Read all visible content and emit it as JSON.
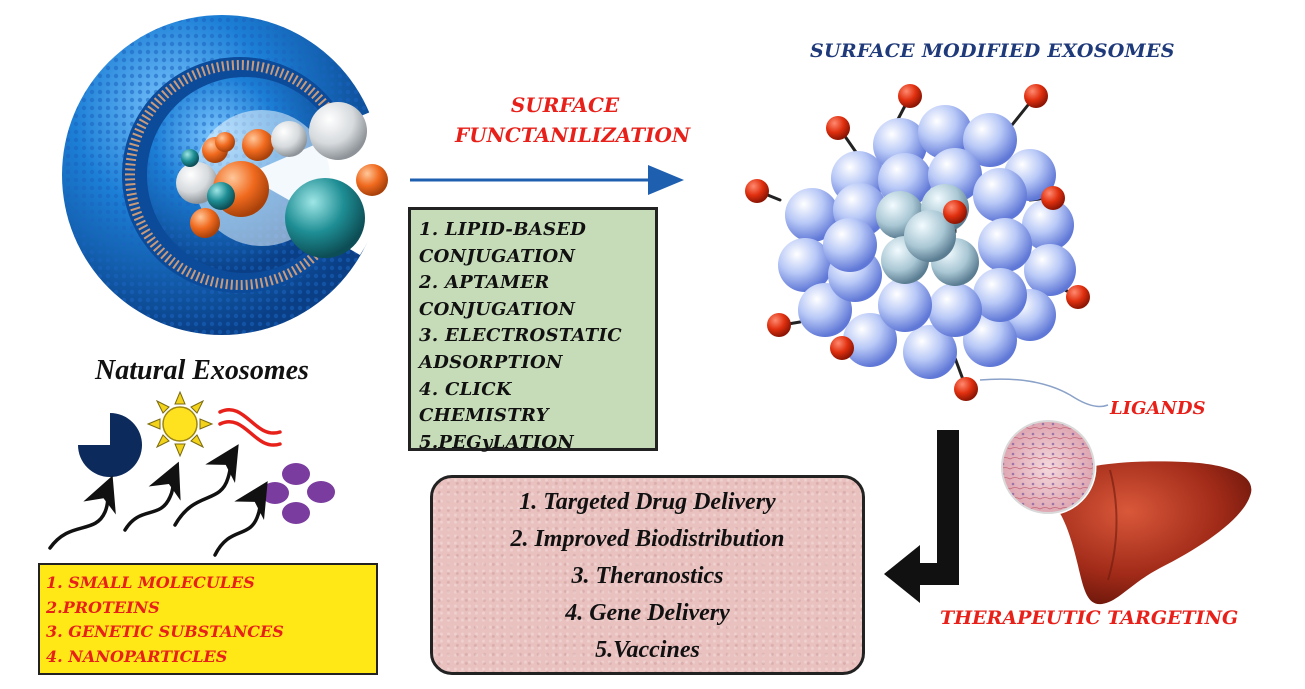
{
  "labels": {
    "surface_modified_exosomes": "SURFACE MODIFIED EXOSOMES",
    "surface_functionalization": "SURFACE FUNCTANILIZATION",
    "natural_exosomes": "Natural Exosomes",
    "ligands": "LIGANDS",
    "therapeutic_targeting": "THERAPEUTIC TARGETING"
  },
  "functionalization_methods": [
    "1. LIPID-BASED",
    "CONJUGATION",
    "2. APTAMER",
    "CONJUGATION",
    "3. ELECTROSTATIC",
    "ADSORPTION",
    "4. CLICK CHEMISTRY",
    "5.PEGyLATION"
  ],
  "cargo_types": [
    "1. SMALL MOLECULES",
    "2.PROTEINS",
    "3. GENETIC SUBSTANCES",
    "4. NANOPARTICLES"
  ],
  "applications": [
    "1. Targeted Drug Delivery",
    "2. Improved Biodistribution",
    "3. Theranostics",
    "4. Gene Delivery",
    "5.Vaccines"
  ],
  "colors": {
    "label_red": "#e8201a",
    "title_navy": "#1f3a7a",
    "methods_box_bg": "#c6dcb8",
    "cargo_box_bg": "#ffe816",
    "applications_box_bg": "#e9c2c0",
    "arrow_blue": "#1f5fb0"
  },
  "icons": [
    "natural-exosome-icon",
    "surface-modified-exosome-icon",
    "liver-icon",
    "tissue-micrograph-icon",
    "pie-icon",
    "sun-icon",
    "rna-strand-icon",
    "vesicle-cluster-icon"
  ]
}
